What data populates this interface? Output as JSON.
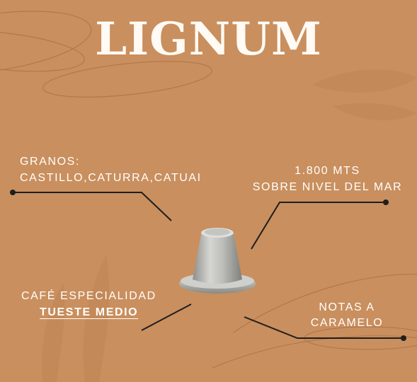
{
  "title": "LIGNUM",
  "labels": {
    "granos_heading": "GRANOS:",
    "granos_varieties": "CASTILLO,CATURRA,CATUAI",
    "altitude_line1": "1.800 MTS",
    "altitude_line2": "SOBRE NIVEL DEL MAR",
    "cafe_type": "CAFÉ ESPECIALIDAD",
    "roast": "TUESTE MEDIO",
    "notes_line1": "NOTAS A",
    "notes_line2": "CARAMELO"
  },
  "colors": {
    "background": "#c98f5e",
    "text": "#ffffff",
    "lines": "#1e1e1e",
    "capsule": "#b9b9b6"
  },
  "icons": {
    "product": "coffee-capsule"
  }
}
